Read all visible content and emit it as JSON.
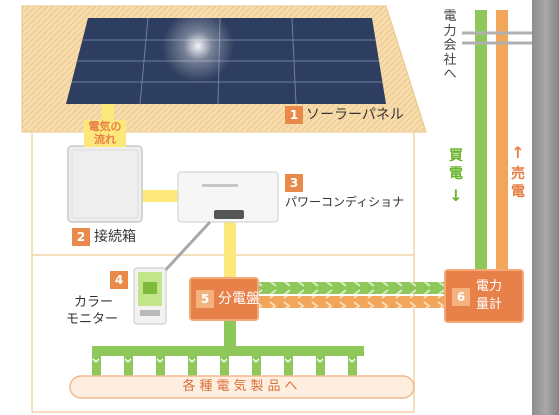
{
  "labels": {
    "solar_panel": "ソーラーパネル",
    "junction_box": "接続箱",
    "power_conditioner": "パワーコンディショナ",
    "color_monitor_line1": "カラー",
    "color_monitor_line2": "モニター",
    "distribution_board": "分電盤",
    "meter_line1": "電力",
    "meter_line2": "量計",
    "flow_of_electricity": "電気の\n流れ",
    "to_power_company": "電\n力\n会\n社\nへ",
    "buy": "買\n電",
    "sell": "売\n電",
    "appliances": "各種電気製品へ"
  },
  "numbers": {
    "solar_panel": "1",
    "junction_box": "2",
    "power_conditioner": "3",
    "color_monitor": "4",
    "distribution_board": "5",
    "meter": "6"
  },
  "arrows": {
    "buy": "↓",
    "sell": "↑"
  },
  "colors": {
    "roof": "#f6d9a8",
    "solar_flow": "#fbe77a",
    "buy_line": "#8fc85a",
    "sell_line": "#f2a65c",
    "accent_orange": "#e8804a",
    "green_text": "#6ab42e",
    "orange_text": "#e8804a"
  }
}
